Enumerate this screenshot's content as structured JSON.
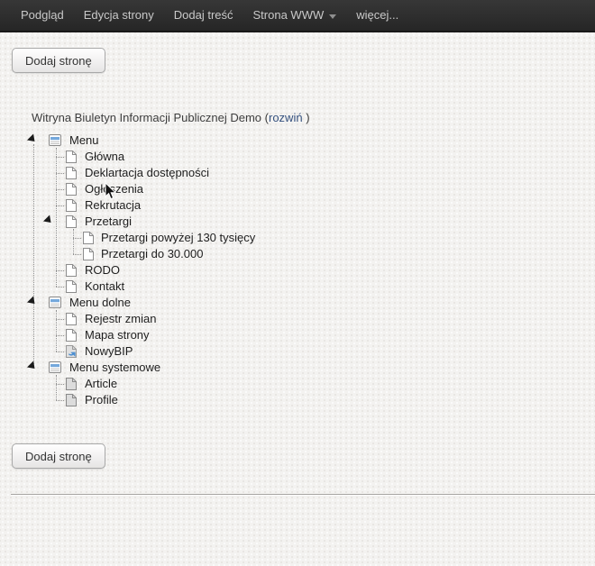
{
  "topnav": {
    "items": [
      {
        "label": "Podgląd"
      },
      {
        "label": "Edycja strony"
      },
      {
        "label": "Dodaj treść"
      },
      {
        "label": "Strona WWW",
        "caret": true
      },
      {
        "label": "więcej..."
      }
    ]
  },
  "toolbar": {
    "add_page_top": "Dodaj stronę",
    "add_page_bottom": "Dodaj stronę"
  },
  "site": {
    "title": "Witryna Biuletyn Informacji Publicznej Demo ",
    "expand_prefix": "(",
    "expand_label": "rozwiń",
    "expand_suffix": " )"
  },
  "tree": {
    "nodes": [
      {
        "label": "Menu",
        "level": 0,
        "icon": "menu-icon",
        "expanded": true
      },
      {
        "label": "Główna",
        "level": 1,
        "icon": "page-icon"
      },
      {
        "label": "Deklartacja dostępności",
        "level": 1,
        "icon": "page-icon"
      },
      {
        "label": "Ogłoszenia",
        "level": 1,
        "icon": "page-icon"
      },
      {
        "label": "Rekrutacja",
        "level": 1,
        "icon": "page-icon"
      },
      {
        "label": "Przetargi",
        "level": 1,
        "icon": "page-icon",
        "expanded": true
      },
      {
        "label": "Przetargi powyżej 130 tysięcy",
        "level": 2,
        "icon": "page-icon"
      },
      {
        "label": "Przetargi do 30.000",
        "level": 2,
        "icon": "page-icon"
      },
      {
        "label": "RODO",
        "level": 1,
        "icon": "page-icon"
      },
      {
        "label": "Kontakt",
        "level": 1,
        "icon": "page-icon"
      },
      {
        "label": "Menu dolne",
        "level": 0,
        "icon": "menu-icon",
        "expanded": true
      },
      {
        "label": "Rejestr zmian",
        "level": 1,
        "icon": "page-icon"
      },
      {
        "label": "Mapa strony",
        "level": 1,
        "icon": "page-icon"
      },
      {
        "label": "NowyBIP",
        "level": 1,
        "icon": "link-page-icon"
      },
      {
        "label": "Menu systemowe",
        "level": 0,
        "icon": "menu-icon",
        "expanded": true
      },
      {
        "label": "Article",
        "level": 1,
        "icon": "page-gray-icon"
      },
      {
        "label": "Profile",
        "level": 1,
        "icon": "page-gray-icon"
      }
    ]
  },
  "colors": {
    "topbar_bg": "#2d2d2d",
    "topbar_text": "#c9c9c9",
    "link_blue": "#35517e",
    "menu_icon_blue": "#74a8dc",
    "link_arrow_blue": "#4d8fd1",
    "page_bg": "#f3f2f0"
  }
}
